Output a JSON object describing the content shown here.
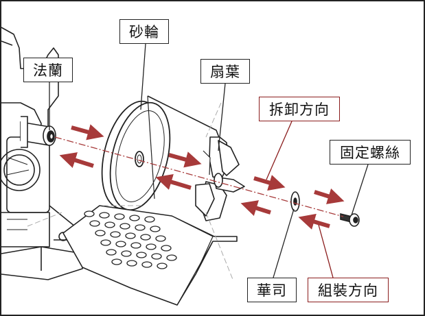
{
  "labels": {
    "flange": "法蘭",
    "wheel": "砂輪",
    "fan": "扇葉",
    "remove_direction": "拆卸方向",
    "screw": "固定螺絲",
    "washer": "華司",
    "assemble_direction": "組裝方向"
  },
  "colors": {
    "arrow": "#a73a3a",
    "callout_red": "#8a1c1c",
    "outline": "#222222"
  }
}
